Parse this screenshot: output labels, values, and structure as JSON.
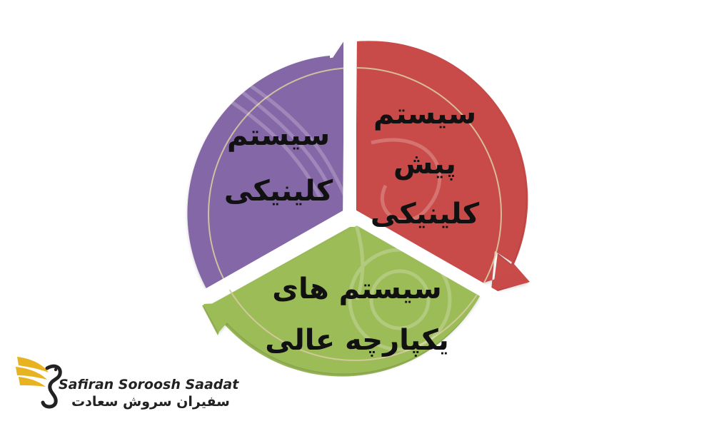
{
  "diagram": {
    "colors": {
      "purple": "#8467a6",
      "red": "#c94c4a",
      "green": "#9cbc59",
      "ring": "#d7caa0"
    },
    "segments": [
      {
        "id": "purple",
        "lines": [
          "سیستم",
          "کلینیکی"
        ]
      },
      {
        "id": "red",
        "lines": [
          "سیستم",
          "پیش",
          "کلینیکی"
        ]
      },
      {
        "id": "green",
        "lines": [
          "سیستم های",
          "یکپارچه عالی"
        ]
      }
    ]
  },
  "logo": {
    "name_en": "Safiran Soroosh Saadat",
    "name_fa": "سفیران سروش سعادت",
    "icon": "golden-bird-logo-icon",
    "colors": {
      "gold": "#e8b321",
      "dark": "#222222"
    }
  }
}
